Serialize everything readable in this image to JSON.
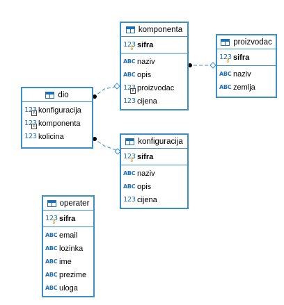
{
  "entities": {
    "komponenta": {
      "name": "komponenta",
      "pk": [
        {
          "name": "sifra",
          "type": "123"
        }
      ],
      "cols": [
        {
          "name": "naziv",
          "type": "ABC"
        },
        {
          "name": "opis",
          "type": "ABC"
        },
        {
          "name": "proizvodac",
          "type": "123"
        },
        {
          "name": "cijena",
          "type": "123"
        }
      ]
    },
    "proizvodac": {
      "name": "proizvodac",
      "pk": [
        {
          "name": "sifra",
          "type": "123"
        }
      ],
      "cols": [
        {
          "name": "naziv",
          "type": "ABC"
        },
        {
          "name": "zemlja",
          "type": "ABC"
        }
      ]
    },
    "dio": {
      "name": "dio",
      "cols": [
        {
          "name": "konfiguracija",
          "type": "123"
        },
        {
          "name": "komponenta",
          "type": "123"
        },
        {
          "name": "kolicina",
          "type": "123"
        }
      ]
    },
    "konfiguracija": {
      "name": "konfiguracija",
      "pk": [
        {
          "name": "sifra",
          "type": "123"
        }
      ],
      "cols": [
        {
          "name": "naziv",
          "type": "ABC"
        },
        {
          "name": "opis",
          "type": "ABC"
        },
        {
          "name": "cijena",
          "type": "123"
        }
      ]
    },
    "operater": {
      "name": "operater",
      "pk": [
        {
          "name": "sifra",
          "type": "123"
        }
      ],
      "cols": [
        {
          "name": "email",
          "type": "ABC"
        },
        {
          "name": "lozinka",
          "type": "ABC"
        },
        {
          "name": "ime",
          "type": "ABC"
        },
        {
          "name": "prezime",
          "type": "ABC"
        },
        {
          "name": "uloga",
          "type": "ABC"
        }
      ]
    }
  },
  "colors": {
    "border": "#3c8ec6",
    "icon": "#1f6fb4",
    "key": "#d49a1a"
  }
}
